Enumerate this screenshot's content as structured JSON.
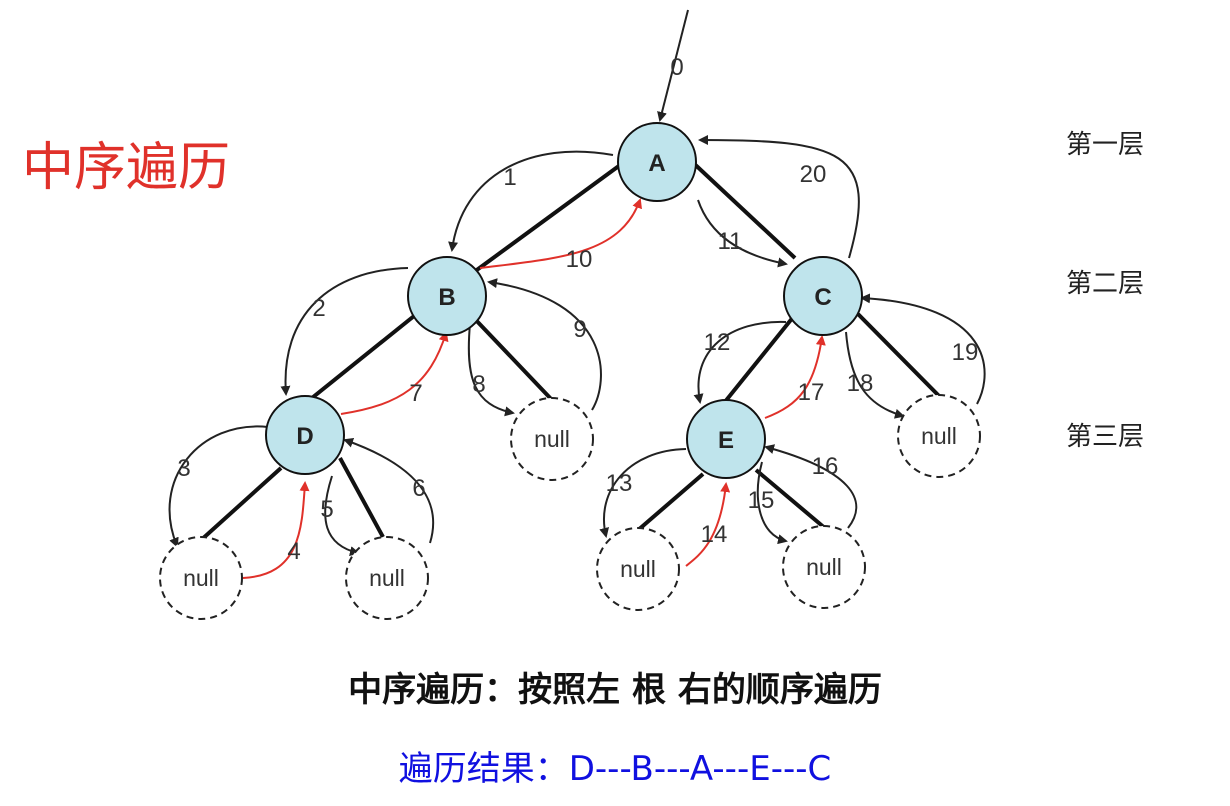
{
  "title": "中序遍历",
  "levels": [
    "第一层",
    "第二层",
    "第三层"
  ],
  "nodes": {
    "A": "A",
    "B": "B",
    "C": "C",
    "D": "D",
    "E": "E",
    "null_label": "null"
  },
  "steps": [
    "0",
    "1",
    "2",
    "3",
    "4",
    "5",
    "6",
    "7",
    "8",
    "9",
    "10",
    "11",
    "12",
    "13",
    "14",
    "15",
    "16",
    "17",
    "18",
    "19",
    "20"
  ],
  "rule": "中序遍历：按照左 根 右的顺序遍历",
  "result": "遍历结果：D---B---A---E---C",
  "colors": {
    "node_fill": "#bfe4ec",
    "highlight": "#e0312a",
    "result": "#1010e0"
  }
}
